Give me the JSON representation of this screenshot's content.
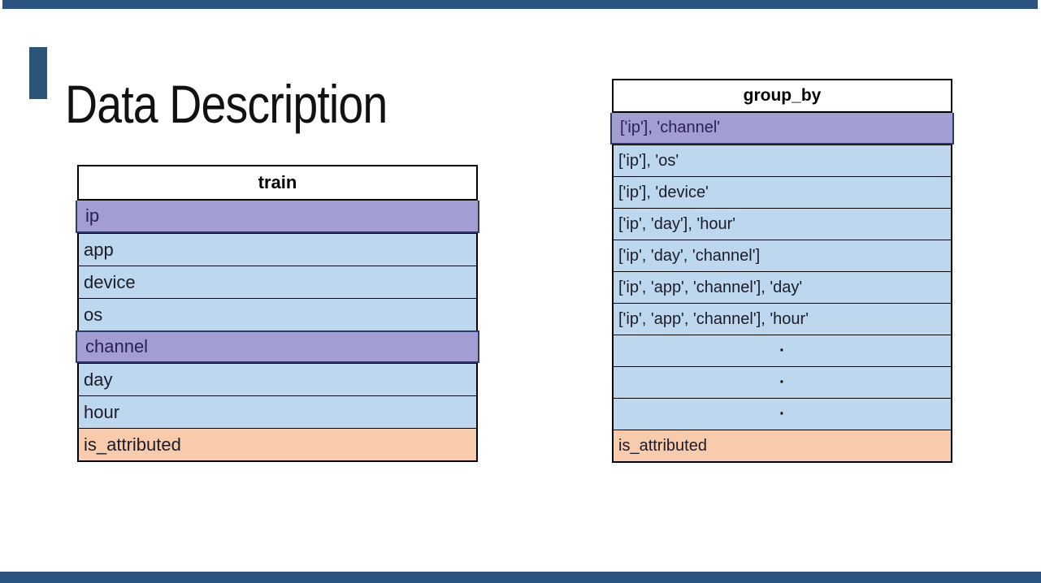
{
  "page": {
    "title": "Data Description"
  },
  "colors": {
    "bar_blue": "#2A5380",
    "accent_bar": "#2D5379",
    "table_border": "#000000",
    "row_blue": "#BDD7EE",
    "row_purple": "#A29DD3",
    "purple_border": "#2E3A67",
    "row_orange": "#F8CBAD",
    "title_text": "#111111",
    "row_text": "#1C1C28",
    "purple_text": "#2B2152"
  },
  "tables": {
    "train": {
      "header": "train",
      "rows": [
        {
          "label": "ip",
          "style": "purple"
        },
        {
          "label": "app",
          "style": "blue"
        },
        {
          "label": "device",
          "style": "blue"
        },
        {
          "label": "os",
          "style": "blue"
        },
        {
          "label": "channel",
          "style": "purple"
        },
        {
          "label": "day",
          "style": "blue"
        },
        {
          "label": "hour",
          "style": "blue"
        },
        {
          "label": "is_attributed",
          "style": "orange"
        }
      ]
    },
    "group_by": {
      "header": "group_by",
      "rows": [
        {
          "label": "['ip'], 'channel'",
          "style": "purple"
        },
        {
          "label": "['ip'], 'os'",
          "style": "blue"
        },
        {
          "label": "['ip'], 'device'",
          "style": "blue"
        },
        {
          "label": "['ip', 'day'], 'hour'",
          "style": "blue"
        },
        {
          "label": "['ip', 'day', 'channel']",
          "style": "blue"
        },
        {
          "label": "['ip', 'app', 'channel'], 'day'",
          "style": "blue"
        },
        {
          "label": "['ip', 'app', 'channel'], 'hour'",
          "style": "blue"
        },
        {
          "label": "·",
          "style": "blue",
          "align": "center"
        },
        {
          "label": "·",
          "style": "blue",
          "align": "center"
        },
        {
          "label": "·",
          "style": "blue",
          "align": "center"
        },
        {
          "label": "is_attributed",
          "style": "orange"
        }
      ]
    }
  }
}
